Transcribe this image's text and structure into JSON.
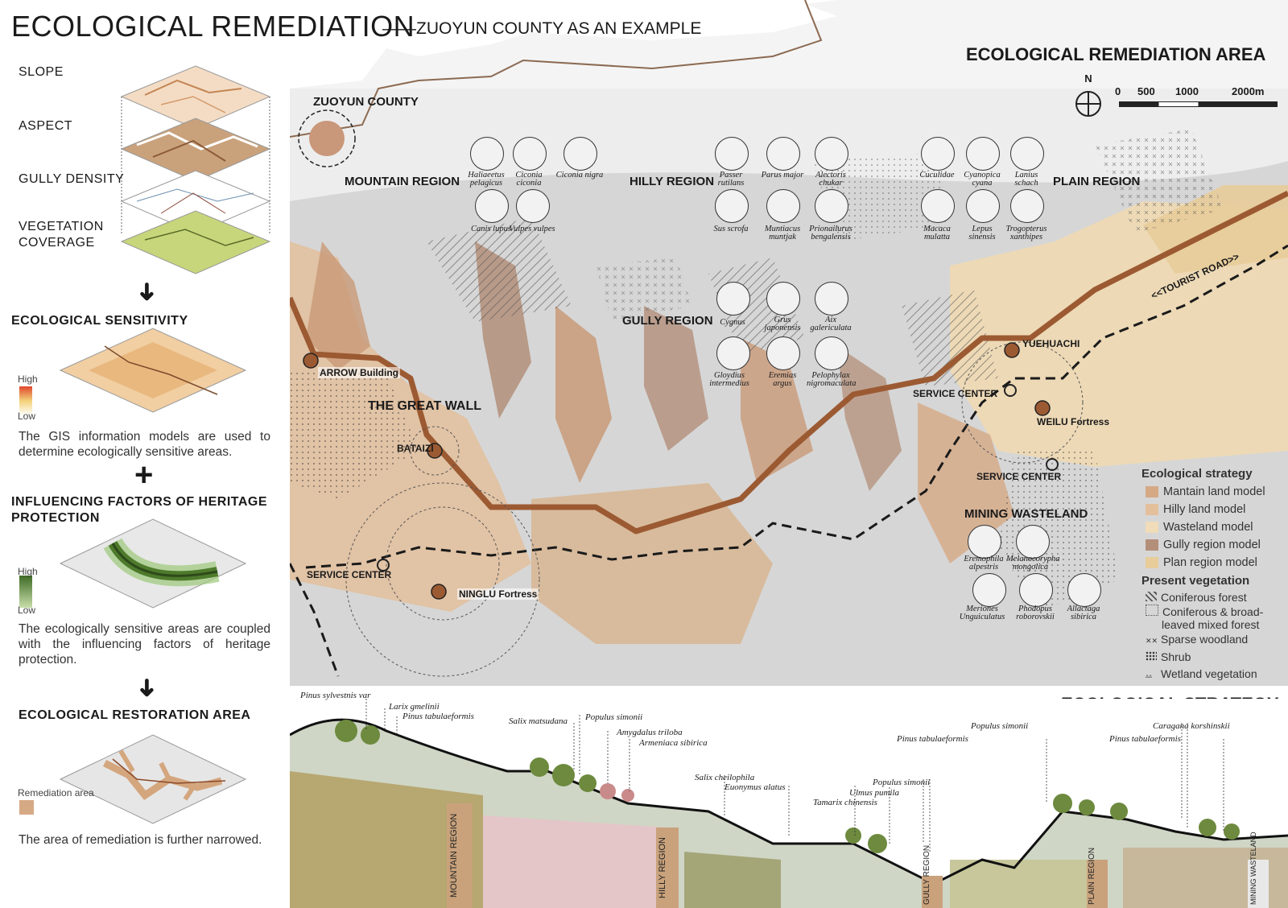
{
  "header": {
    "title": "ECOLOGICAL REMEDIATION",
    "subtitle": "——ZUOYUN COUNTY AS AN EXAMPLE"
  },
  "left": {
    "layers": [
      "SLOPE",
      "ASPECT",
      "GULLY DENSITY",
      "VEGETATION",
      "COVERAGE"
    ],
    "sensitivity_head": "ECOLOGICAL SENSITIVITY",
    "high": "High",
    "low": "Low",
    "sensitivity_desc": "The GIS information models are used to determine ecologically sensitive areas.",
    "plus": "+",
    "influencing_head_1": "INFLUENCING FACTORS OF HERITAGE",
    "influencing_head_2": "PROTECTION",
    "influencing_desc": "The ecologically sensitive areas are coupled with the influencing factors of heritage protection.",
    "restoration_head": "ECOLOGICAL RESTORATION AREA",
    "remediation_area": "Remediation area",
    "restoration_desc": "The area of remediation is further narrowed.",
    "arrow": "➜"
  },
  "map": {
    "title": "ECOLOGICAL REMEDIATION AREA",
    "north": "N",
    "scale": [
      "0",
      "500",
      "1000",
      "2000m"
    ],
    "county": "ZUOYUN COUNTY",
    "regions": {
      "mountain": "MOUNTAIN REGION",
      "hilly": "HILLY REGION",
      "plain": "PLAIN REGION",
      "gully": "GULLY REGION",
      "mining": "MINING WASTELAND"
    },
    "places": {
      "arrow_building": "ARROW Building",
      "great_wall": "THE GREAT WALL",
      "bataizi": "BATAIZI",
      "service_center_1": "SERVICE CENTER",
      "ninglu": "NINGLU Fortress",
      "yuehuachi": "YUEHUACHI",
      "service_center_2": "SERVICE CENTER",
      "weilu": "WEILU Fortress",
      "service_center_3": "SERVICE CENTER",
      "tourist_road": "<<TOURIST ROAD>>"
    },
    "species": {
      "mountain": [
        "Haliaeetus pelagicus",
        "Ciconia ciconia",
        "Ciconia nigra",
        "Canis lupus",
        "Vulpes vulpes"
      ],
      "hilly": [
        "Passer rutilans",
        "Parus major",
        "Alectoris chukar",
        "Sus scrofa",
        "Muntiacus muntjak",
        "Prionailurus bengalensis"
      ],
      "plain": [
        "Cuculidae",
        "Cyanopica cyana",
        "Lanius schach",
        "Macaca mulatta",
        "Lepus sinensis",
        "Trogopterus xanthipes"
      ],
      "gully": [
        "Cygnus",
        "Grus japonensis",
        "Aix galericulata",
        "Gloydius intermedius",
        "Eremias argus",
        "Pelophylax nigromaculata"
      ],
      "mining": [
        "Eremophila alpestris",
        "Melanocorypha mongolica",
        "Meriones Unguiculatus",
        "Phodopus roborovskii",
        "Allactaga sibirica"
      ]
    },
    "legend": {
      "strategy_head": "Ecological strategy",
      "strategy": [
        {
          "label": "Mantain land model",
          "color": "#d6a985"
        },
        {
          "label": "Hilly land model",
          "color": "#e3bf9c"
        },
        {
          "label": "Wasteland model",
          "color": "#f0dcb8"
        },
        {
          "label": "Gully region model",
          "color": "#b38f7a"
        },
        {
          "label": "Plan region model",
          "color": "#e8cc9a"
        }
      ],
      "vegetation_head": "Present vegetation",
      "vegetation": [
        "Coniferous forest",
        "Coniferous & broad-",
        "leaved mixed forest",
        "Sparse woodland",
        "Shrub",
        "Wetland vegetation"
      ]
    }
  },
  "strategy": {
    "title": "ECOLOGICAL STRATEGY",
    "plants": [
      "Pinus sylvestnis var",
      "Larix gmelinii",
      "Pinus tabulaeformis",
      "Salix matsudana",
      "Populus simonii",
      "Amygdalus triloba",
      "Armeniaca sibirica",
      "Salix cheilophila",
      "Euonymus alatus",
      "Populus simonii",
      "Ulmus pumila",
      "Tamarix chinensis",
      "Populus simonii",
      "Pinus tabulaeformis",
      "Caragana korshinskii",
      "Pinus tabulaeformis"
    ],
    "regions": [
      "MOUNTAIN REGION",
      "HILLY REGION",
      "GULLY REGION",
      "PLAIN REGION",
      "MINING WASTELAND"
    ]
  },
  "colors": {
    "wall": "#9c5a32",
    "tan": "#d8b48e",
    "dark_tan": "#b08a76",
    "light_tan": "#efd9b3",
    "map_bg": "#d9d9d9"
  }
}
